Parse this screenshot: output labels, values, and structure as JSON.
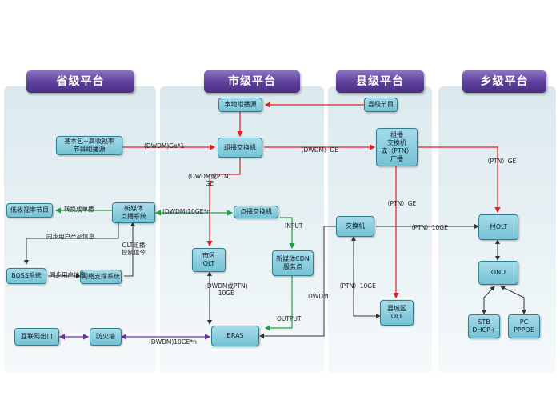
{
  "headers": {
    "province": "省级平台",
    "city": "市级平台",
    "county": "县级平台",
    "township": "乡级平台"
  },
  "nodes": {
    "local_broadcast_source": "本地组播源",
    "county_program": "县级节目",
    "basic_package_source": "基本包+高收视率\n节目组播源",
    "multicast_switch": "组播交换机",
    "county_multicast_switch": "组播\n交换机\n或（PTN）\n广播",
    "low_rating_program": "低收视率节目",
    "new_media_vod": "新媒体\n点播系统",
    "vod_switch": "点播交换机",
    "city_olt": "市区\nOLT",
    "new_media_cdn": "新媒体CDN\n服务点",
    "county_switch": "交换机",
    "township_olt": "村OLT",
    "boss": "BOSS系统",
    "network_support": "网络支撑系统",
    "onu": "ONU",
    "county_olt": "县城区\nOLT",
    "stb_dhcp": "STB\nDHCP+",
    "pc_pppoe": "PC\nPPPOE",
    "internet_exit": "互联网出口",
    "firewall": "防火墙",
    "bras": "BRAS"
  },
  "labels": {
    "dwdm_ge1": "(DWDM)Ge*1",
    "dwdm_ge_mid": "（DWDM）GE",
    "ptn_ge_right": "（PTN）GE",
    "dwdm_ptn_ge": "(DWDM或PTN)\nGE",
    "transcode": "转换成单播",
    "dwdm_10ge_n": "(DWDM)10GE*n",
    "ptn_ge_county": "（PTN）GE",
    "ptn_10ge": "（PTN）10GE",
    "sync_product": "同步用户产品信息",
    "olt_multicast": "OLT组播\n控制信令",
    "input": "INPUT",
    "sync_user": "同步用户信息",
    "dwdm_ptn_10ge": "(DWDM或PTN)\n10GE",
    "dwdm": "DWDM",
    "ptn_10ge_county": "（PTN）10GE",
    "output": "OUTPUT",
    "dwdm_10ge_n_bottom": "(DWDM)10GE*n"
  },
  "colors": {
    "multicast": "#e02020",
    "vod": "#20a040",
    "internet": "#7030a0",
    "control": "#333333",
    "header": "#5d3f9a"
  }
}
